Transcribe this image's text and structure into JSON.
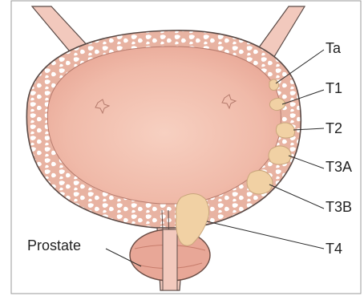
{
  "labels": {
    "ta": "Ta",
    "t1": "T1",
    "t2": "T2",
    "t3a": "T3A",
    "t3b": "T3B",
    "t4": "T4",
    "prostate": "Prostate"
  },
  "colors": {
    "background": "#ffffff",
    "frame": "#8a8a8a",
    "wall": "#ecc0b0",
    "wall_cell": "#ffffff",
    "cavity": "#efb6a6",
    "cavity_center": "#f4c5b5",
    "tumor": "#f1d1a4",
    "tumor_edge": "#c9a67c",
    "tube": "#f2c9bd",
    "prostate": "#e9a99a",
    "outline": "#5a4a46",
    "line": "#2b2b2b"
  }
}
